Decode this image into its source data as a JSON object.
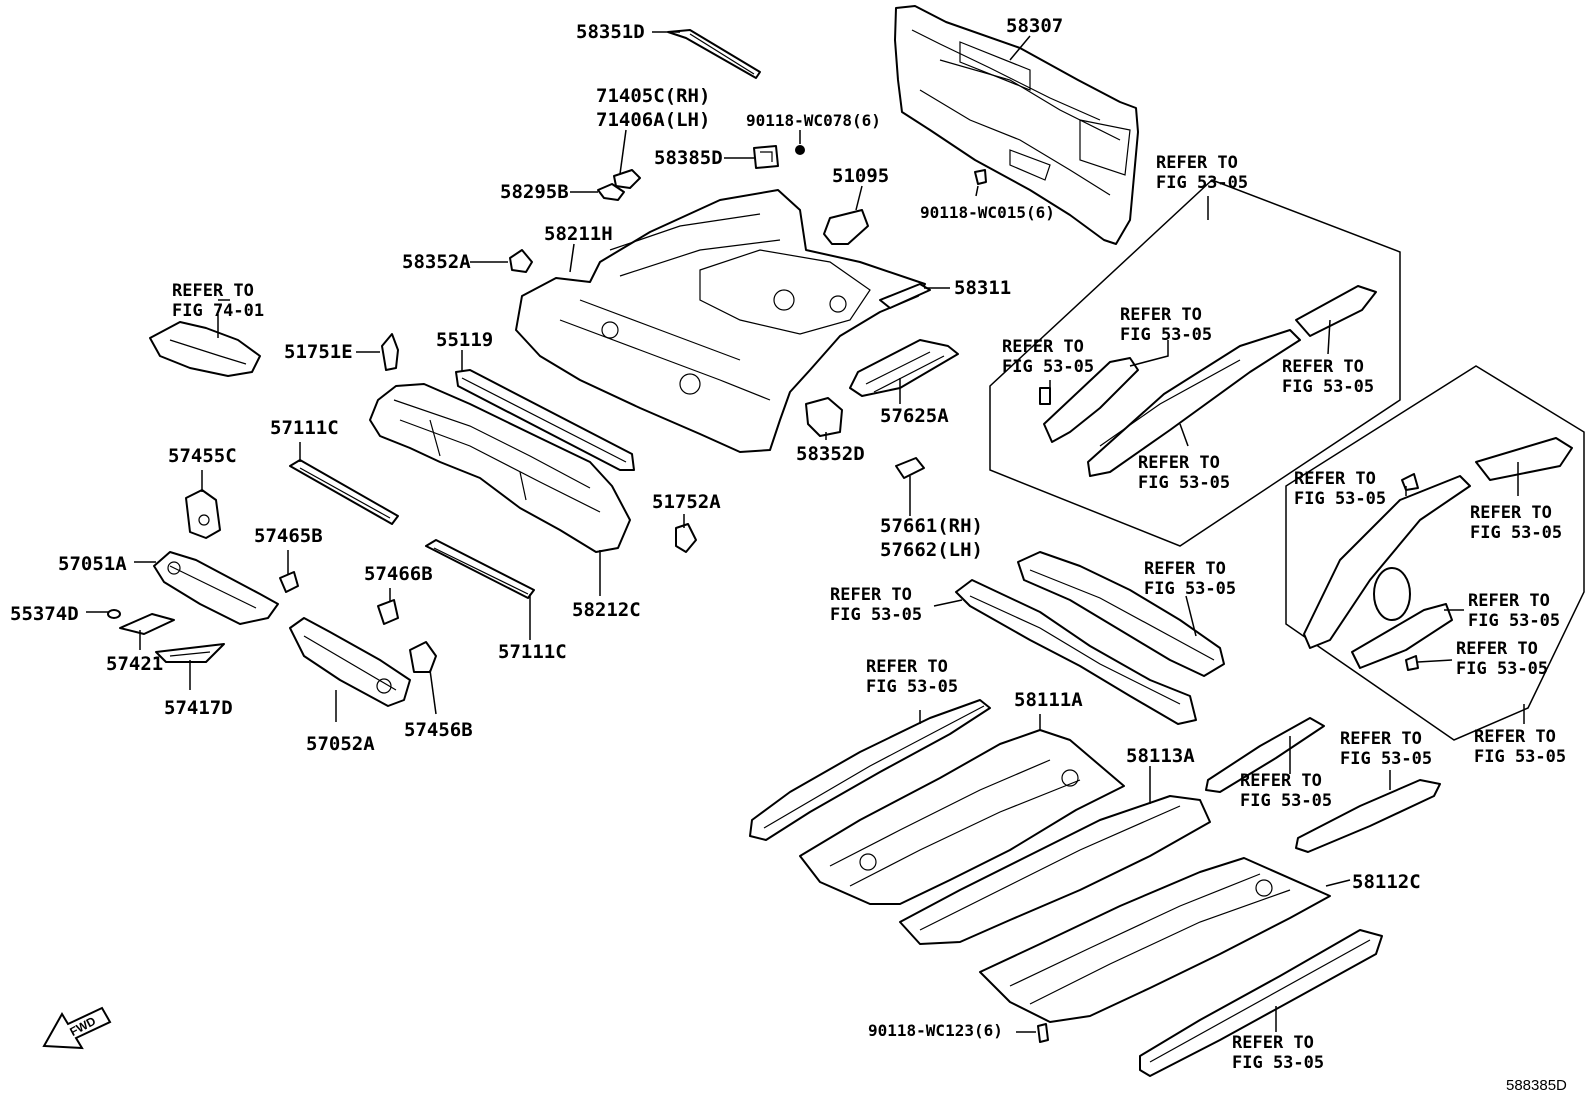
{
  "parts": {
    "p58351D": "58351D",
    "p58307": "58307",
    "p71405C": "71405C(RH)",
    "p71406A": "71406A(LH)",
    "p90118_078": "90118-WC078(6)",
    "p58385D": "58385D",
    "p51095": "51095",
    "p58295B": "58295B",
    "p90118_015": "90118-WC015(6)",
    "p58211H": "58211H",
    "p58352A": "58352A",
    "p58311": "58311",
    "p51751E": "51751E",
    "p55119": "55119",
    "p57625A": "57625A",
    "p58352D": "58352D",
    "p57111C_a": "57111C",
    "p57455C": "57455C",
    "p51752A": "51752A",
    "p57661": "57661(RH)",
    "p57662": "57662(LH)",
    "p57465B": "57465B",
    "p57051A": "57051A",
    "p57466B": "57466B",
    "p58212C": "58212C",
    "p55374D": "55374D",
    "p57111C_b": "57111C",
    "p57421": "57421",
    "p57417D": "57417D",
    "p57456B": "57456B",
    "p57052A": "57052A",
    "p58111A": "58111A",
    "p58113A": "58113A",
    "p58112C": "58112C",
    "p90118_123": "90118-WC123(6)"
  },
  "refer": {
    "line1": "REFER TO",
    "fig_74_01": "FIG 74-01",
    "fig_53_05": "FIG 53-05"
  },
  "fwd_label": "FWD",
  "diagram_code": "588385D"
}
